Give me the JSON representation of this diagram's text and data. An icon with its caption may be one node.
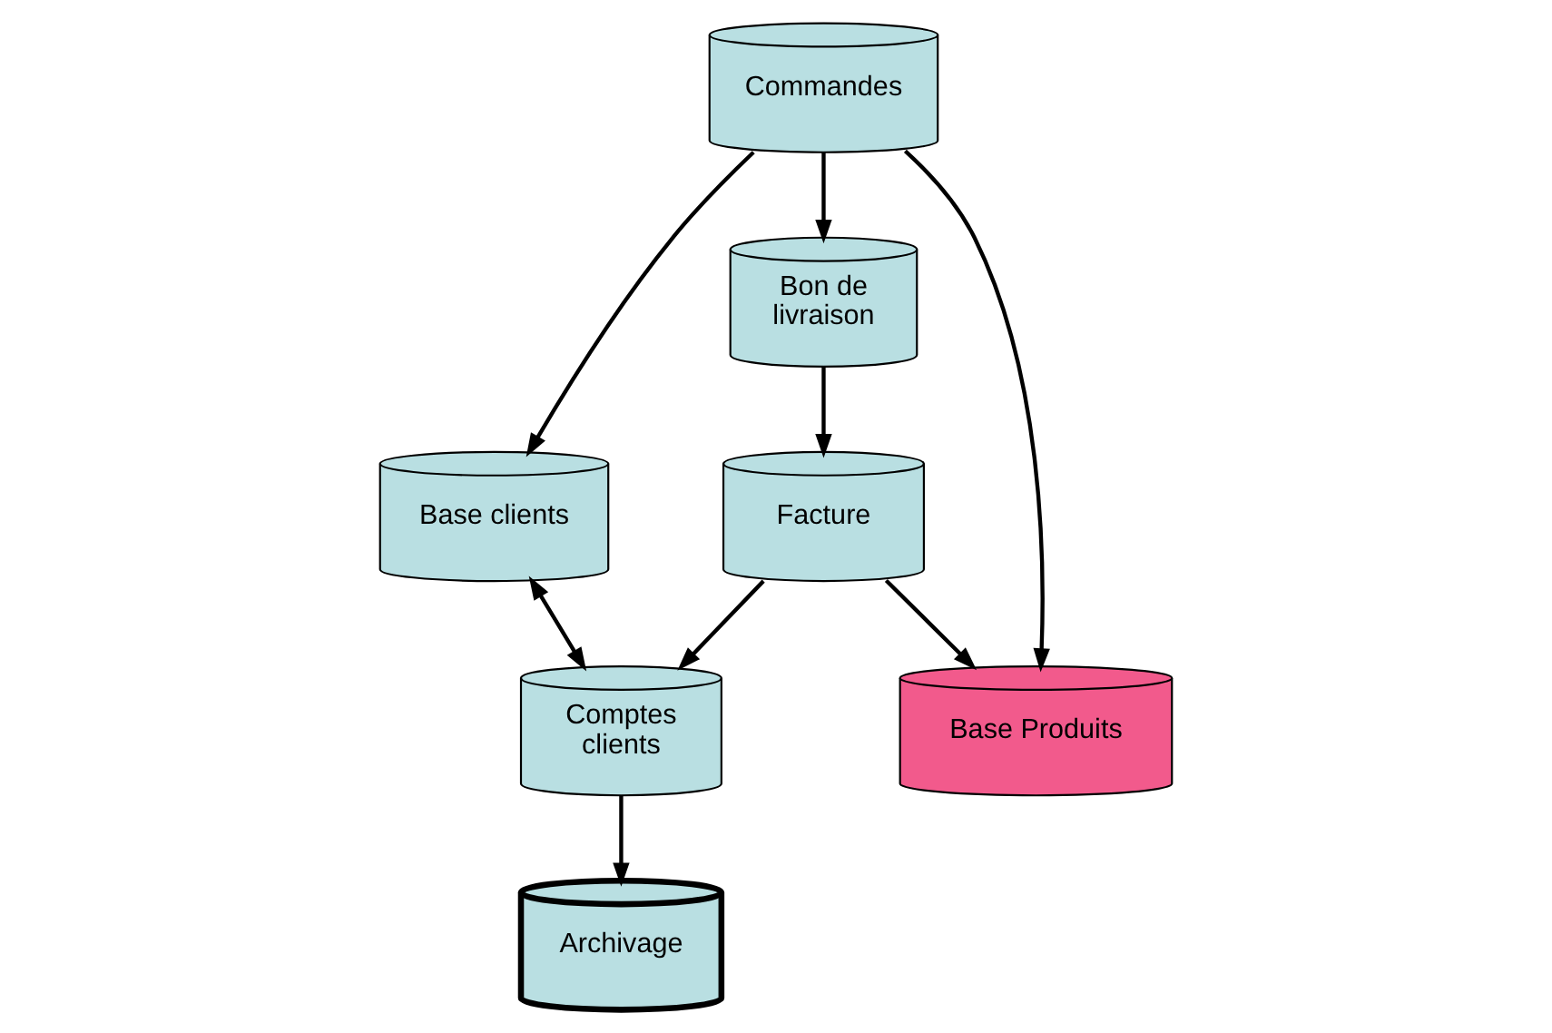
{
  "diagram": {
    "nodes": [
      {
        "text": [
          "Commandes"
        ]
      },
      {
        "text": [
          "Base clients"
        ]
      },
      {
        "text": [
          "Bon de livraison"
        ]
      },
      {
        "text": [
          "Base Produits"
        ]
      },
      {
        "text": [
          "Facture"
        ]
      },
      {
        "text": [
          "Comptes clients"
        ]
      },
      {
        "text": [
          "Archivage"
        ]
      }
    ],
    "edges": [
      {
        "from": 0,
        "to": 1,
        "arrow": "to"
      },
      {
        "from": 0,
        "to": 2,
        "arrow": "to"
      },
      {
        "from": 0,
        "to": 3,
        "arrow": "to"
      },
      {
        "from": 2,
        "to": 4,
        "arrow": "to"
      },
      {
        "from": 4,
        "to": 3,
        "arrow": "to"
      },
      {
        "from": 4,
        "to": 5,
        "arrow": "to"
      },
      {
        "from": 1,
        "to": 5,
        "arrow": "both"
      },
      {
        "from": 5,
        "to": 6,
        "arrow": "to"
      }
    ]
  }
}
